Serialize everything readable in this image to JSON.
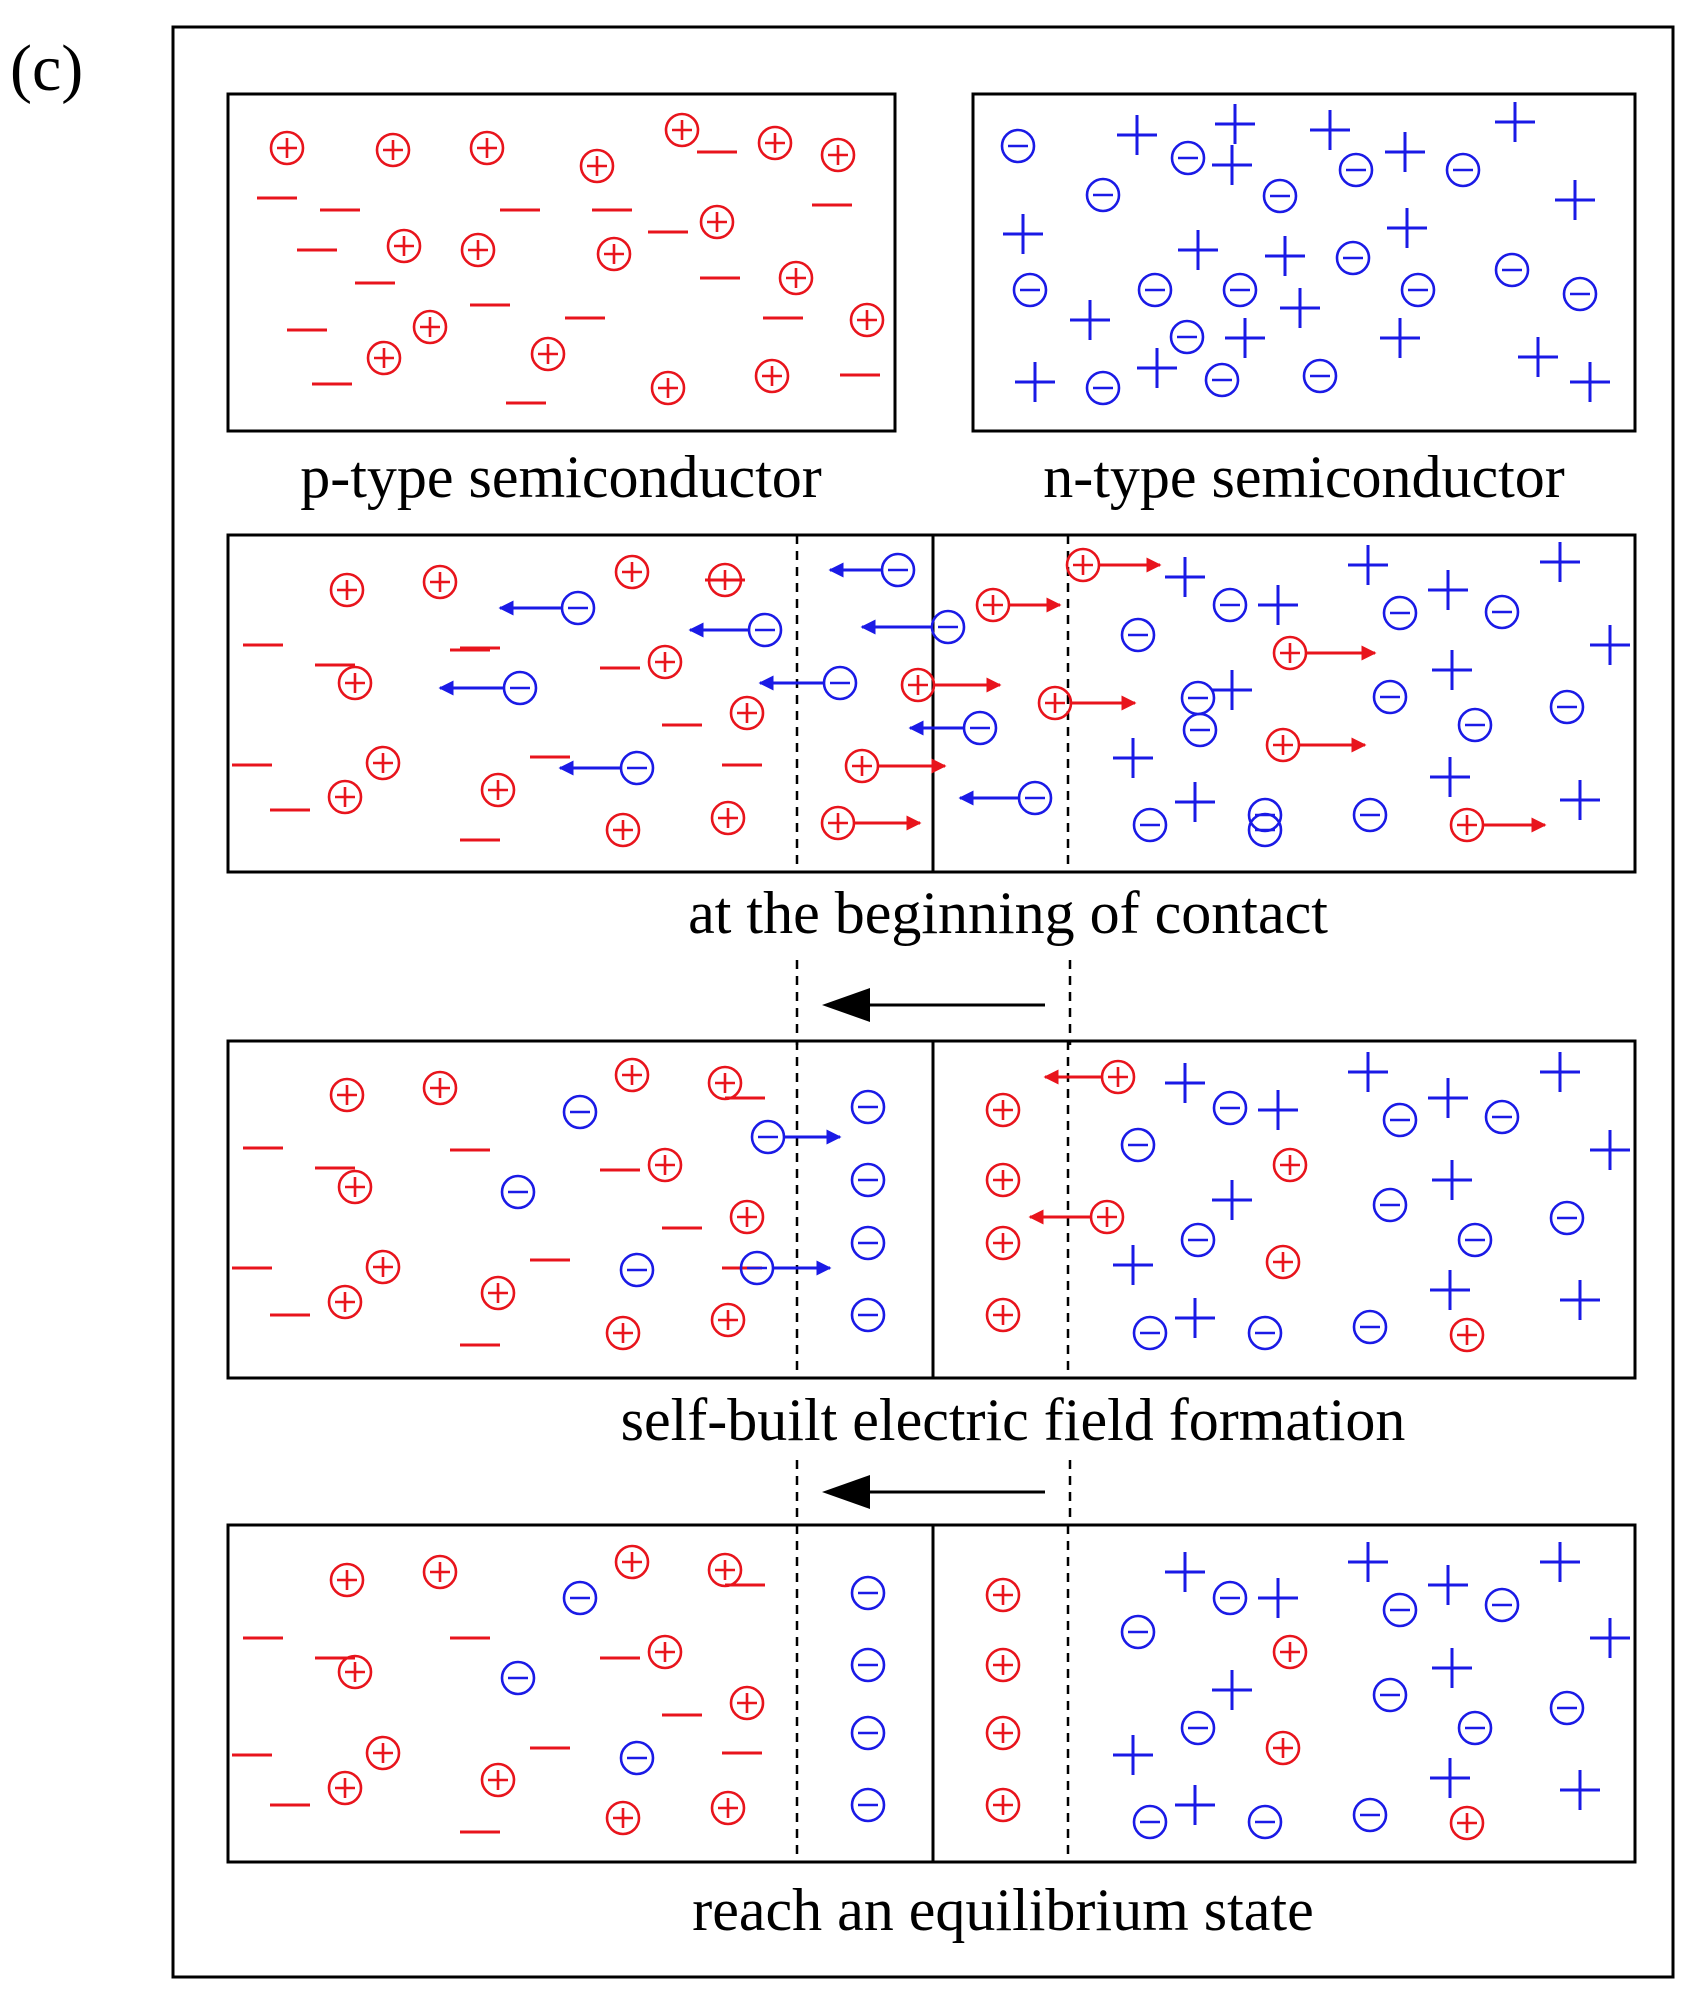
{
  "panel_label": "(c)",
  "colors": {
    "hole": "#e8141c",
    "electron": "#1a1ae6",
    "frame": "#000000"
  },
  "captions": {
    "p_type": "p-type semiconductor",
    "n_type": "n-type semiconductor",
    "contact": "at the beginning of contact",
    "field": "self-built electric field formation",
    "equilibrium": "reach an equilibrium state"
  }
}
